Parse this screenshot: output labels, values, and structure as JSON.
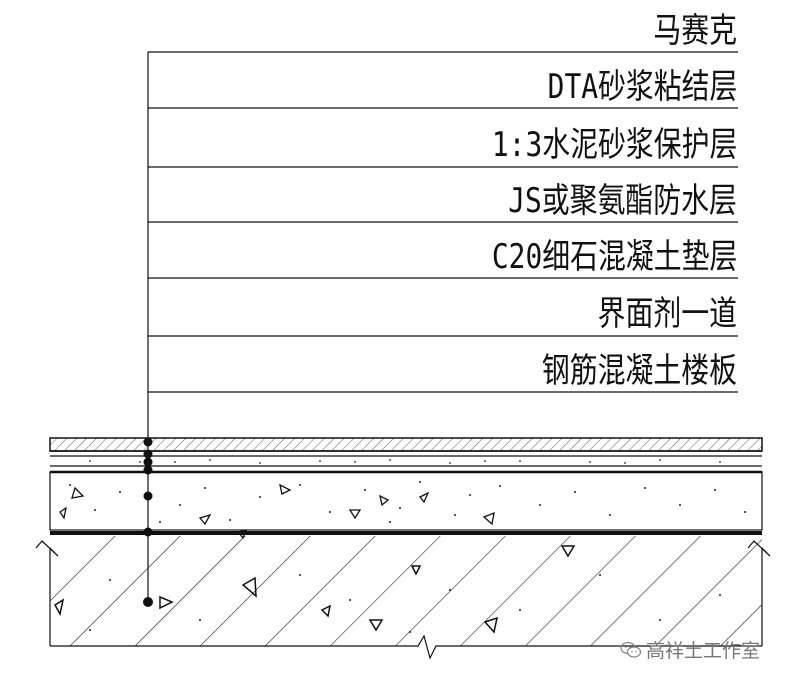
{
  "layers": [
    {
      "label": "马赛克"
    },
    {
      "label": "DTA砂浆粘结层"
    },
    {
      "label": "1:3水泥砂浆保护层"
    },
    {
      "label": "JS或聚氨酯防水层"
    },
    {
      "label": "C20细石混凝土垫层"
    },
    {
      "label": "界面剂一道"
    },
    {
      "label": "钢筋混凝土楼板"
    }
  ],
  "watermark": {
    "text": "高祥土工作室",
    "icon": "wechat-icon"
  },
  "colors": {
    "line": "#111111",
    "hatch": "#222222",
    "background": "#ffffff"
  }
}
